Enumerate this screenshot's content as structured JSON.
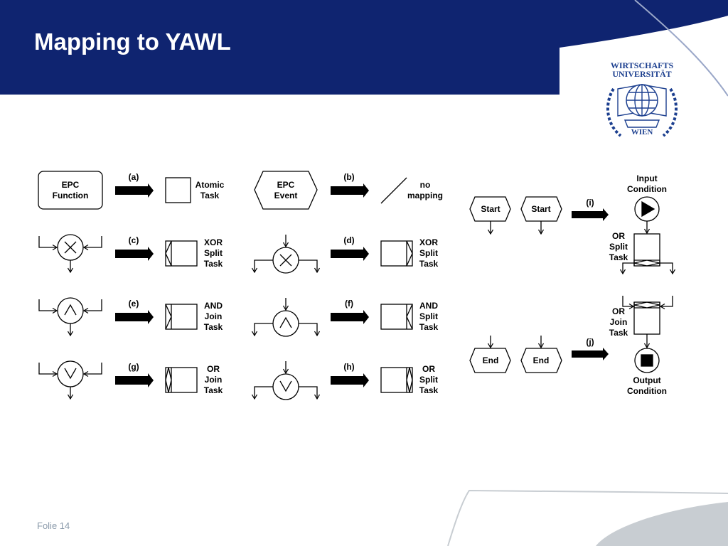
{
  "slide": {
    "title": "Mapping to YAWL",
    "footer": "Folie 14",
    "colors": {
      "header": "#0f2470",
      "title": "#ffffff",
      "accent_gray": "#c8cdd2",
      "logo": "#1c3f8f"
    }
  },
  "logo": {
    "line1": "WIRTSCHAFTS",
    "line2": "UNIVERSITÄT",
    "line3": "WIEN",
    "icon": "globe-book-laurel-icon"
  },
  "mappings": {
    "a": {
      "tag": "(a)",
      "epc": [
        "EPC",
        "Function"
      ],
      "yawl": [
        "Atomic",
        "Task"
      ]
    },
    "b": {
      "tag": "(b)",
      "epc": [
        "EPC",
        "Event"
      ],
      "yawl": [
        "no",
        "mapping"
      ]
    },
    "c": {
      "tag": "(c)",
      "yawl": [
        "XOR",
        "Split",
        "Task"
      ]
    },
    "d": {
      "tag": "(d)",
      "yawl": [
        "XOR",
        "Split",
        "Task"
      ]
    },
    "e": {
      "tag": "(e)",
      "yawl": [
        "AND",
        "Join",
        "Task"
      ]
    },
    "f": {
      "tag": "(f)",
      "yawl": [
        "AND",
        "Split",
        "Task"
      ]
    },
    "g": {
      "tag": "(g)",
      "yawl": [
        "OR",
        "Join",
        "Task"
      ]
    },
    "h": {
      "tag": "(h)",
      "yawl": [
        "OR",
        "Split",
        "Task"
      ]
    },
    "i": {
      "tag": "(i)",
      "start1": "Start",
      "start2": "Start",
      "input": [
        "Input",
        "Condition"
      ],
      "task": [
        "OR",
        "Split",
        "Task"
      ]
    },
    "j": {
      "tag": "(j)",
      "end1": "End",
      "end2": "End",
      "task": [
        "OR",
        "Join",
        "Task"
      ],
      "output": [
        "Output",
        "Condition"
      ]
    }
  }
}
